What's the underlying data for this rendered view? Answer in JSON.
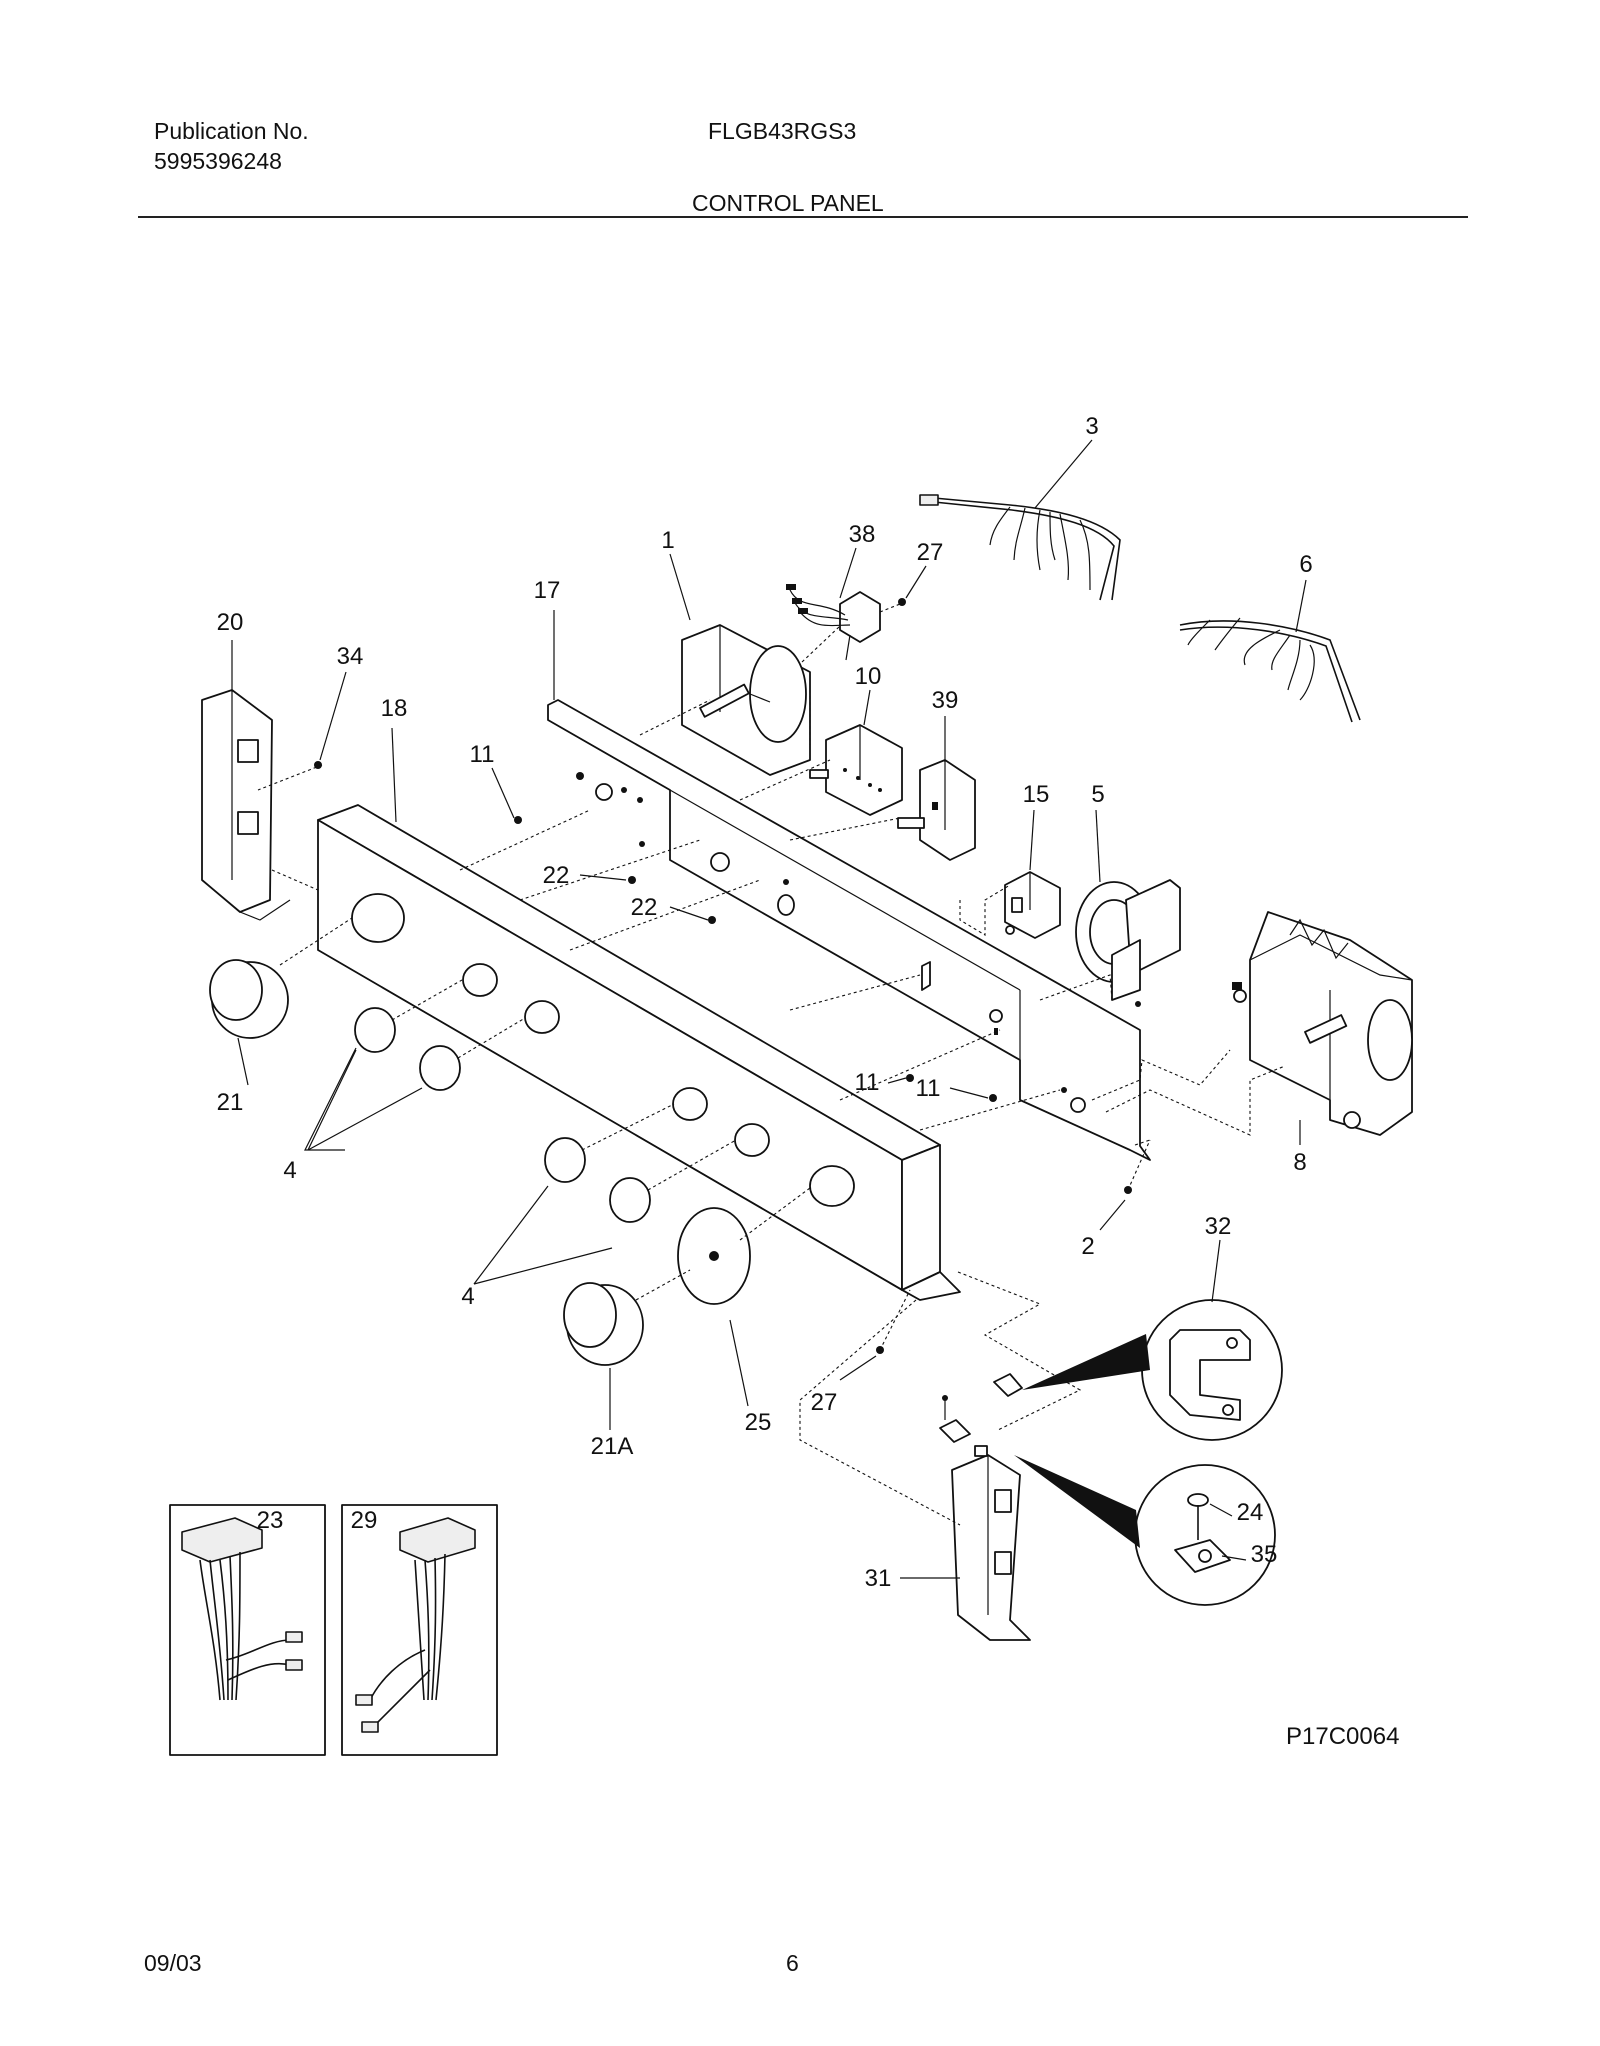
{
  "header": {
    "publication_label": "Publication No.",
    "publication_number": "5995396248",
    "model": "FLGB43RGS3",
    "section_title": "CONTROL PANEL"
  },
  "footer": {
    "date": "09/03",
    "page_number": "6"
  },
  "diagram": {
    "figure_code": "P17C0064",
    "callouts": {
      "c1": "1",
      "c2": "2",
      "c3": "3",
      "c4a": "4",
      "c4b": "4",
      "c5": "5",
      "c6": "6",
      "c8": "8",
      "c10": "10",
      "c11a": "11",
      "c11b": "11",
      "c11c": "11",
      "c15": "15",
      "c17": "17",
      "c18": "18",
      "c20": "20",
      "c21": "21",
      "c21a": "21A",
      "c22a": "22",
      "c22b": "22",
      "c23": "23",
      "c24": "24",
      "c25": "25",
      "c27a": "27",
      "c27b": "27",
      "c29": "29",
      "c31": "31",
      "c32": "32",
      "c34": "34",
      "c35": "35",
      "c38": "38",
      "c39": "39"
    }
  }
}
